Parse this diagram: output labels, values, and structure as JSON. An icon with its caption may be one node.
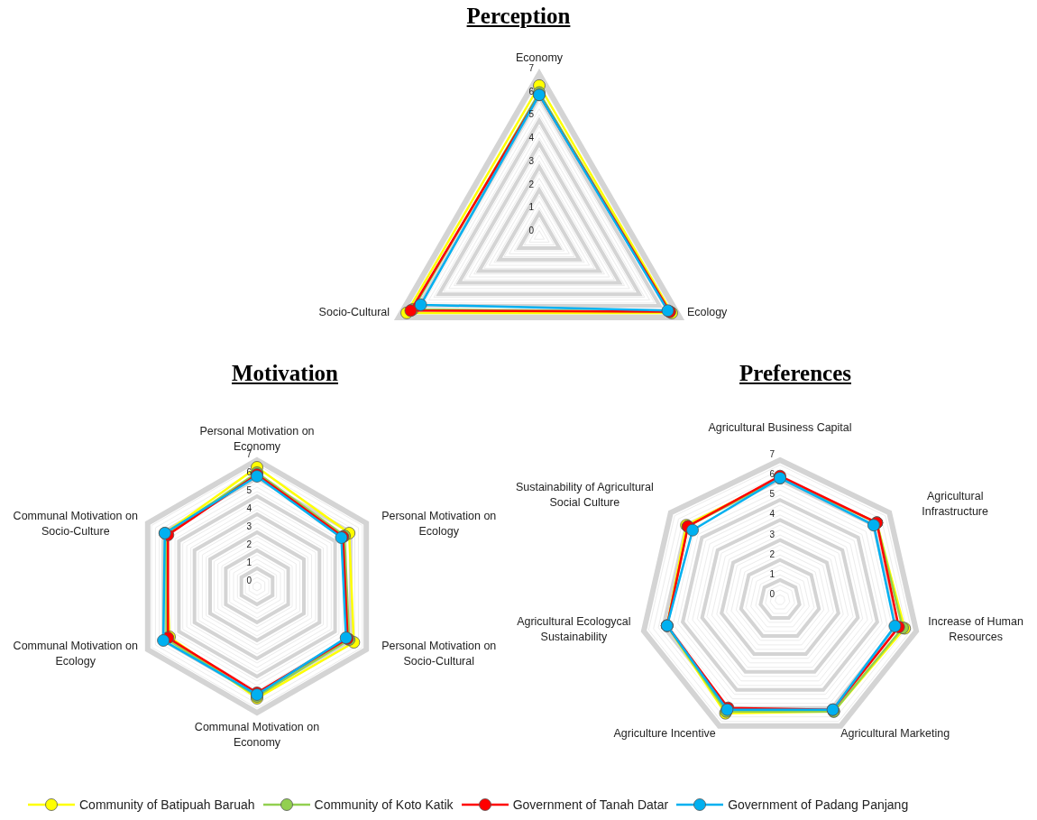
{
  "diagram": {
    "labels": [
      "Perception",
      "Economy",
      "7",
      "6",
      "5",
      "4",
      "3",
      "2",
      "1",
      "0",
      "Socio-Cultural",
      "Ecology",
      "Motivation",
      "7",
      "6",
      "5",
      "4",
      "3",
      "2",
      "1",
      "0",
      "Personal Motivation on Economy",
      "Personal Motivation on Ecology",
      "Personal Motivation on Socio-Cultural",
      "Communal Motivation on Economy",
      "Communal Motivation on Ecology",
      "Communal Motivation on Socio-Culture",
      "Preferences",
      "7",
      "6",
      "5",
      "4",
      "3",
      "2",
      "1",
      "0",
      "Agricultural Business Capital",
      "Agricultural Infrastructure",
      "Increase of Human Resources",
      "Agricultural Marketing",
      "Agriculture Incentive",
      "Agricultural Ecologycal Sustainability",
      "Sustainability of Agricultural Social Culture"
    ],
    "legend": [
      {
        "text": "Community of Batipuah Baruah",
        "color": "#ffff00"
      },
      {
        "text": "Community of Koto Katik",
        "color": "#92d050"
      },
      {
        "text": "Government of Tanah Datar",
        "color": "#ff0000"
      },
      {
        "text": "Government of Padang Panjang",
        "color": "#00b0f0"
      }
    ]
  }
}
